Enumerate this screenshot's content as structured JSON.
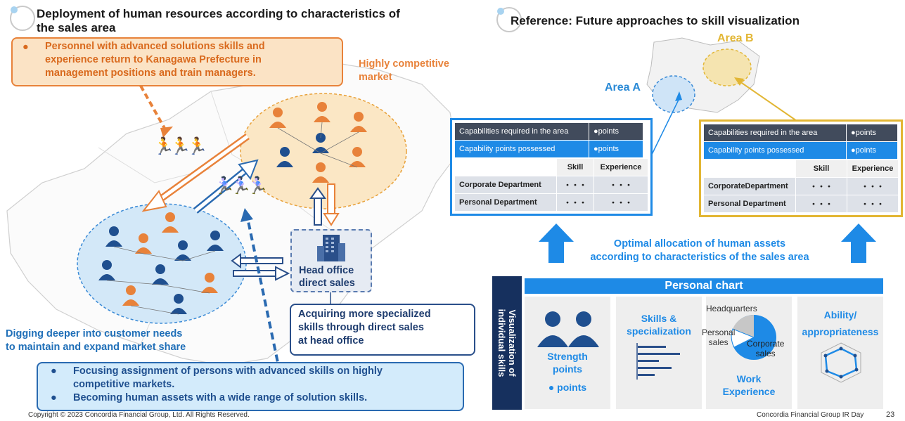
{
  "left": {
    "title_line1": "Deployment of human resources according to characteristics of",
    "title_line2": "the sales area",
    "orange_note": [
      "Personnel with advanced solutions skills and",
      "experience return to Kanagawa Prefecture in",
      "management positions and train managers."
    ],
    "highly_competitive": [
      "Highly competitive",
      "market"
    ],
    "head_office": [
      "Head office",
      "direct sales"
    ],
    "acquiring": [
      "Acquiring more specialized",
      "skills through direct sales",
      "at head office"
    ],
    "digging": [
      "Digging deeper into customer needs",
      "to maintain and expand market share"
    ],
    "bullets": [
      [
        "Focusing assignment of persons with advanced skills on highly",
        "competitive markets."
      ],
      [
        "Becoming human assets with a wide range of solution skills."
      ]
    ]
  },
  "right": {
    "title": "Reference: Future approaches to skill visualization",
    "area_a": "Area A",
    "area_b": "Area B",
    "table_a": {
      "row1": [
        "Capabilities required in the area",
        "●points"
      ],
      "row2": [
        "Capability points possessed",
        "●points"
      ],
      "header": [
        "Skill",
        "Experience"
      ],
      "rows": [
        [
          "Corporate Department",
          "・・・",
          "・・・"
        ],
        [
          "Personal Department",
          "・・・",
          "・・・"
        ]
      ]
    },
    "table_b": {
      "row1": [
        "Capabilities required in the area",
        "●points"
      ],
      "row2": [
        "Capability points possessed",
        "●points"
      ],
      "header": [
        "Skill",
        "Experience"
      ],
      "rows": [
        [
          "CorporateDepartment",
          "・・・",
          "・・・"
        ],
        [
          "Personal Department",
          "・・・",
          "・・・"
        ]
      ]
    },
    "optimal": [
      "Optimal allocation of human assets",
      "according to characteristics of the sales area"
    ],
    "personal_chart": "Personal chart",
    "side_label": [
      "Visualization of",
      "individual skills"
    ],
    "strength": [
      "Strength",
      "points",
      "● points"
    ],
    "skills": [
      "Skills &",
      "specialization"
    ],
    "pie_labels": {
      "headquarters": "Headquarters",
      "personal": "Personal\nsales",
      "personal_l1": "Personal",
      "personal_l2": "sales",
      "corporate_l1": "Corporate",
      "corporate_l2": "sales"
    },
    "work_experience": [
      "Work",
      "Experience"
    ],
    "ability": [
      "Ability/",
      "appropriateness"
    ]
  },
  "footer": {
    "copyright": "Copyright © 2023 Concordia Financial Group, Ltd. All Rights Reserved.",
    "brand": "Concordia Financial Group IR Day",
    "page": "23"
  },
  "colors": {
    "orange": "#e8823a",
    "blue": "#1e8ae6",
    "navy": "#1f3d6f",
    "dark": "#414b5c"
  }
}
